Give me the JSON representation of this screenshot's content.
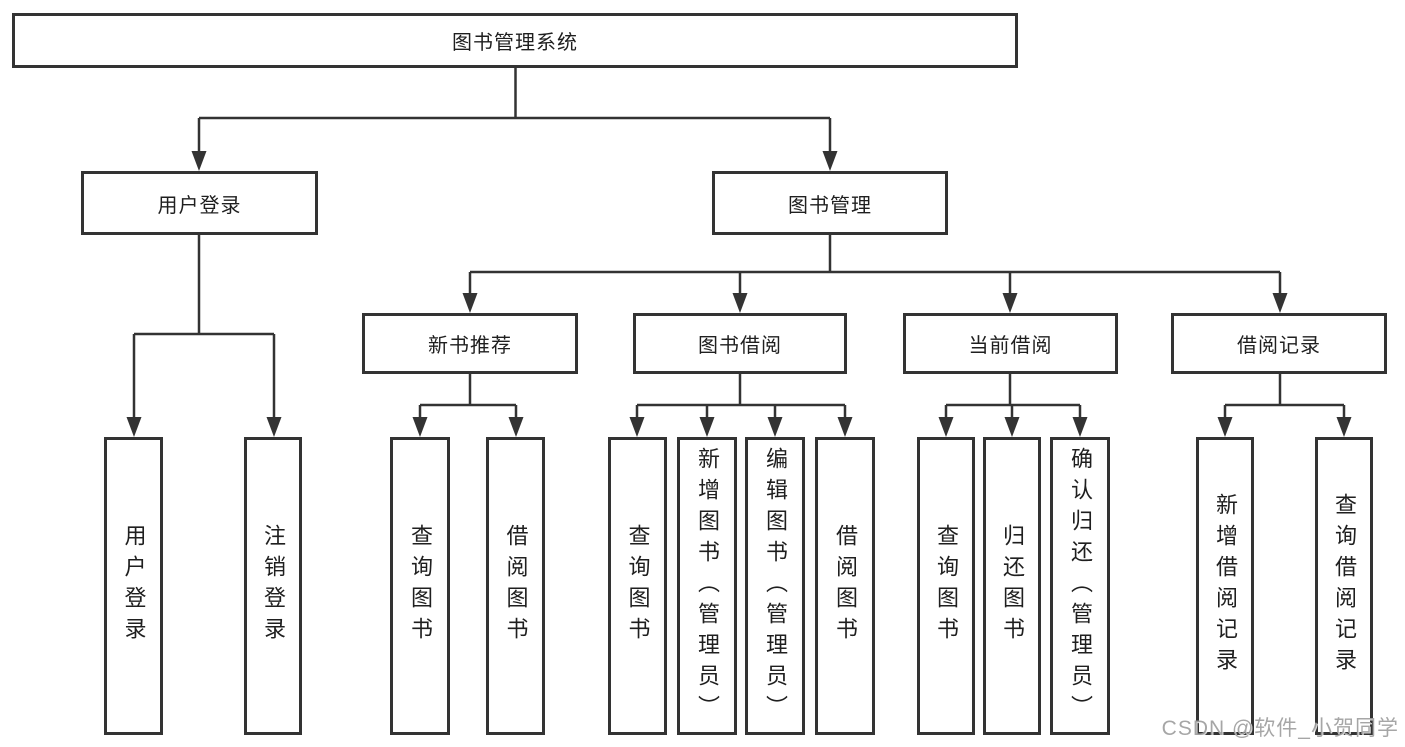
{
  "diagram": {
    "root": {
      "label": "图书管理系统"
    },
    "level2": [
      {
        "label": "用户登录"
      },
      {
        "label": "图书管理"
      }
    ],
    "level3": [
      {
        "label": "新书推荐"
      },
      {
        "label": "图书借阅"
      },
      {
        "label": "当前借阅"
      },
      {
        "label": "借阅记录"
      }
    ],
    "leaves": {
      "user_login": [
        {
          "label": "用户登录"
        },
        {
          "label": "注销登录"
        }
      ],
      "new_book": [
        {
          "label": "查询图书"
        },
        {
          "label": "借阅图书"
        }
      ],
      "borrowing": [
        {
          "label": "查询图书"
        },
        {
          "label": "新增图书（管理员）"
        },
        {
          "label": "编辑图书（管理员）"
        },
        {
          "label": "借阅图书"
        }
      ],
      "current": [
        {
          "label": "查询图书"
        },
        {
          "label": "归还图书"
        },
        {
          "label": "确认归还（管理员）"
        }
      ],
      "records": [
        {
          "label": "新增借阅记录"
        },
        {
          "label": "查询借阅记录"
        }
      ]
    },
    "colors": {
      "line": "#333333",
      "text": "#1f1f1f",
      "background": "#ffffff",
      "watermark": "#9e9e9e"
    }
  },
  "watermark": {
    "text": "CSDN @软件_小贺同学"
  }
}
